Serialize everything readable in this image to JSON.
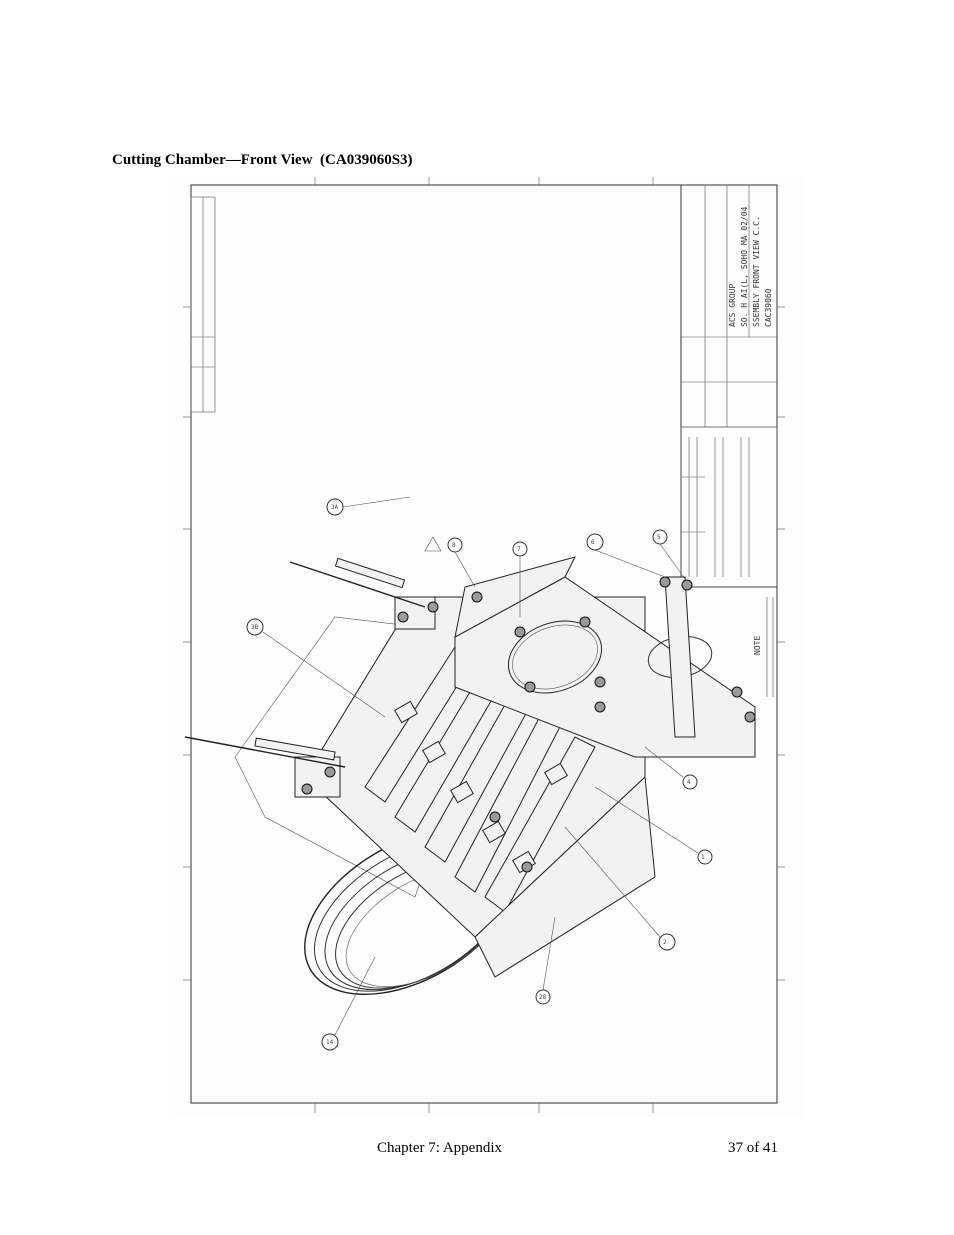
{
  "page": {
    "title": "Cutting Chamber—Front View  (CA039060S3)",
    "footer_chapter": "Chapter 7: Appendix",
    "footer_page": "37 of 41"
  },
  "drawing": {
    "title_block_lines": [
      "ACS GROUP",
      "SO. H AI(L, SOHO MA 02/04",
      "SSEMBLY FRONT VIEW C.C.",
      "CAC39060"
    ],
    "note_label": "NOTE",
    "balloons": [
      "3A",
      "3B",
      "8",
      "7",
      "6",
      "5",
      "4",
      "1",
      "2",
      "28",
      "14"
    ]
  }
}
